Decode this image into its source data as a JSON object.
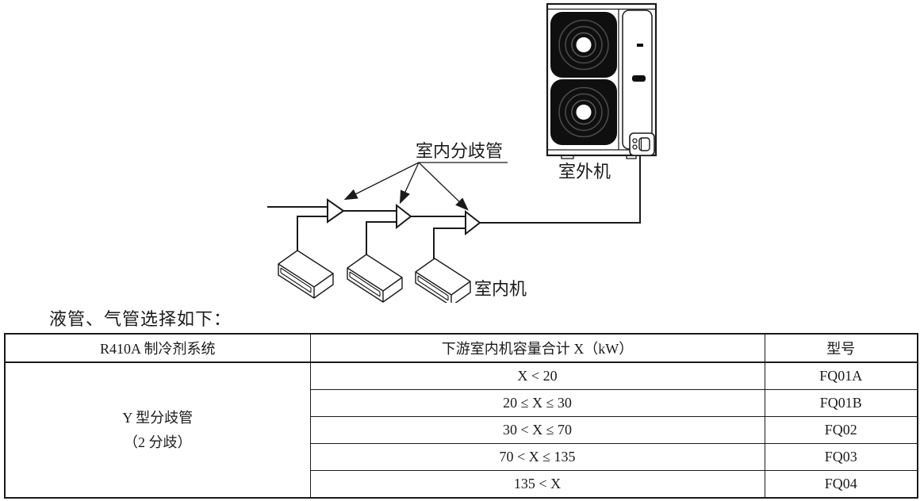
{
  "diagram": {
    "labels": {
      "indoor_branch": "室内分歧管",
      "outdoor_unit": "室外机",
      "indoor_unit": "室内机"
    }
  },
  "intro": {
    "text": "液管、气管选择如下："
  },
  "table": {
    "headers": {
      "system": "R410A 制冷剂系统",
      "capacity": "下游室内机容量合计 X（kW）",
      "model": "型号"
    },
    "branch_type": {
      "line1": "Y 型分歧管",
      "line2": "（2 分歧）"
    },
    "rows": [
      {
        "capacity_range": "X < 20",
        "model": "FQ01A"
      },
      {
        "capacity_range": "20 ≤ X ≤ 30",
        "model": "FQ01B"
      },
      {
        "capacity_range": "30 < X ≤ 70",
        "model": "FQ02"
      },
      {
        "capacity_range": "70 < X ≤ 135",
        "model": "FQ03"
      },
      {
        "capacity_range": "135 < X",
        "model": "FQ04"
      }
    ]
  }
}
